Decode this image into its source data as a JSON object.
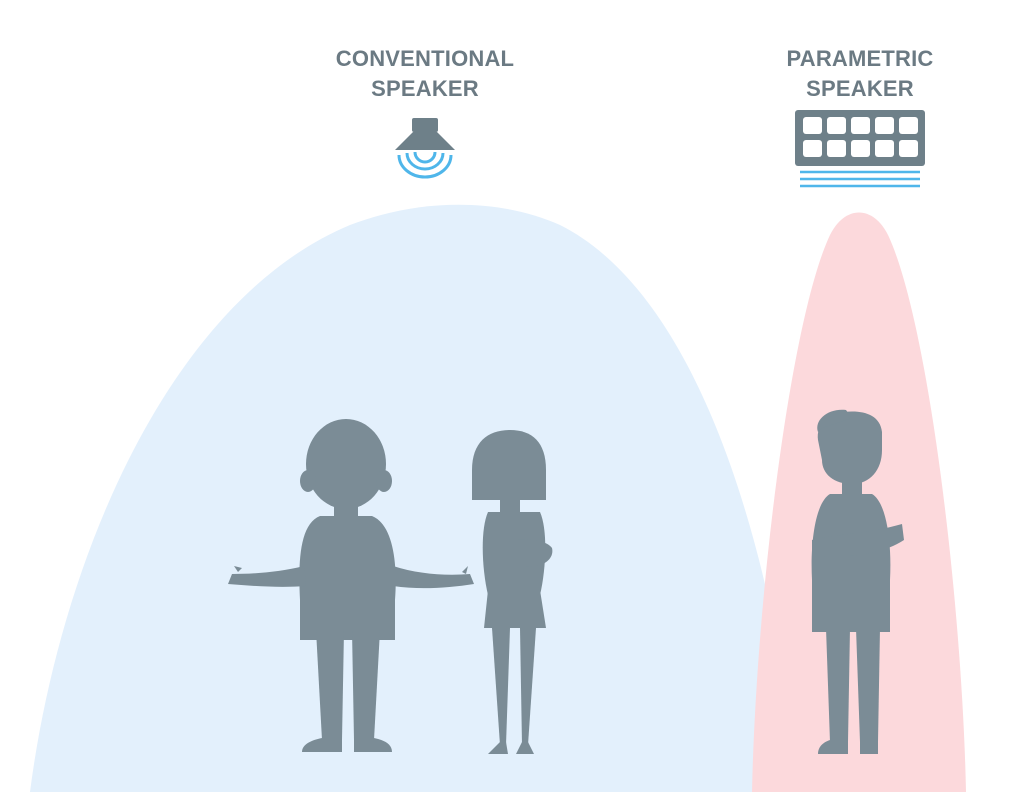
{
  "labels": {
    "conventional": {
      "line1": "CONVENTIONAL",
      "line2": "SPEAKER"
    },
    "parametric": {
      "line1": "PARAMETRIC",
      "line2": "SPEAKER"
    }
  },
  "colors": {
    "text": "#6b7a83",
    "silhouette": "#7b8c96",
    "speaker_body": "#6e8089",
    "wave": "#4fb6ea",
    "conventional_field": "#e3f0fc",
    "parametric_field": "#fcd9dc"
  },
  "icons": {
    "conventional_speaker": "ceiling-speaker-icon",
    "parametric_speaker": "panel-speaker-icon"
  }
}
